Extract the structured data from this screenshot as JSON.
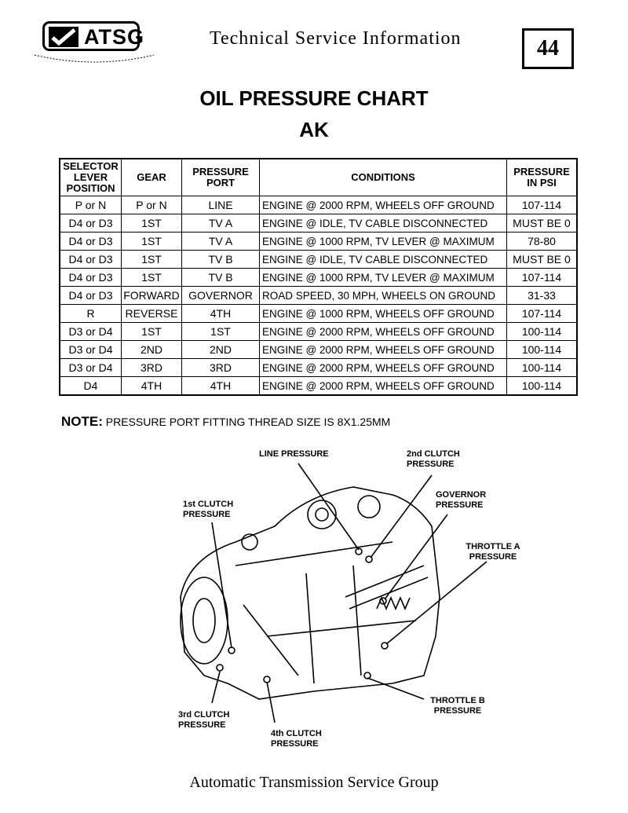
{
  "header": {
    "logo_text": "ATSG",
    "logo_subtext": "",
    "title": "Technical Service Information",
    "page_number": "44"
  },
  "document": {
    "title": "OIL PRESSURE CHART",
    "model": "AK"
  },
  "table": {
    "headers": [
      "SELECTOR LEVER POSITION",
      "GEAR",
      "PRESSURE PORT",
      "CONDITIONS",
      "PRESSURE IN PSI"
    ],
    "rows": [
      [
        "P or N",
        "P or N",
        "LINE",
        "ENGINE @ 2000 RPM,  WHEELS OFF GROUND",
        "107-114"
      ],
      [
        "D4 or D3",
        "1ST",
        "TV A",
        "ENGINE @ IDLE, TV CABLE DISCONNECTED",
        "MUST BE 0"
      ],
      [
        "D4 or D3",
        "1ST",
        "TV A",
        "ENGINE @ 1000 RPM, TV LEVER @ MAXIMUM",
        "78-80"
      ],
      [
        "D4 or D3",
        "1ST",
        "TV B",
        "ENGINE @ IDLE, TV CABLE DISCONNECTED",
        "MUST BE 0"
      ],
      [
        "D4 or D3",
        "1ST",
        "TV B",
        "ENGINE @ 1000 RPM, TV LEVER @ MAXIMUM",
        "107-114"
      ],
      [
        "D4 or D3",
        "FORWARD",
        "GOVERNOR",
        "ROAD SPEED, 30 MPH, WHEELS ON GROUND",
        "31-33"
      ],
      [
        "R",
        "REVERSE",
        "4TH",
        "ENGINE @ 1000 RPM, WHEELS OFF GROUND",
        "107-114"
      ],
      [
        "D3 or D4",
        "1ST",
        "1ST",
        "ENGINE @ 2000 RPM,  WHEELS OFF GROUND",
        "100-114"
      ],
      [
        "D3 or D4",
        "2ND",
        "2ND",
        "ENGINE @ 2000 RPM,  WHEELS OFF GROUND",
        "100-114"
      ],
      [
        "D3 or D4",
        "3RD",
        "3RD",
        "ENGINE @ 2000 RPM,  WHEELS OFF GROUND",
        "100-114"
      ],
      [
        "D4",
        "4TH",
        "4TH",
        "ENGINE @ 2000 RPM,  WHEELS OFF GROUND",
        "100-114"
      ]
    ]
  },
  "note": {
    "label": "NOTE:",
    "text": " PRESSURE PORT FITTING THREAD SIZE IS 8X1.25MM"
  },
  "diagram": {
    "labels": {
      "line": "LINE PRESSURE",
      "second_clutch": "2nd CLUTCH PRESSURE",
      "governor": "GOVERNOR PRESSURE",
      "first_clutch": "1st CLUTCH PRESSURE",
      "throttle_a": "THROTTLE A PRESSURE",
      "throttle_b": "THROTTLE B PRESSURE",
      "third_clutch": "3rd CLUTCH PRESSURE",
      "fourth_clutch": "4th CLUTCH PRESSURE"
    }
  },
  "footer": {
    "text": "Automatic Transmission Service Group"
  }
}
